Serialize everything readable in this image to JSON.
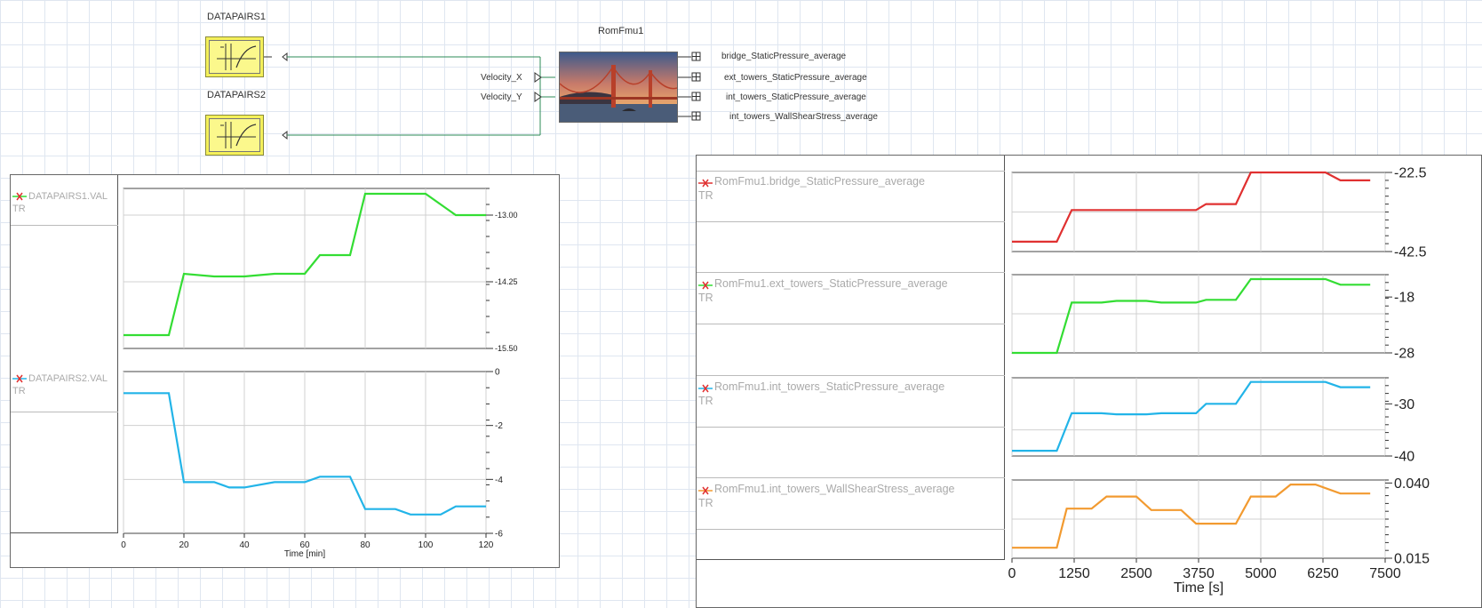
{
  "diagram": {
    "block1_title": "DATAPAIRS1",
    "block2_title": "DATAPAIRS2",
    "fmu_title": "RomFmu1",
    "inputs": [
      "Velocity_X",
      "Velocity_Y"
    ],
    "outputs": [
      "bridge_StaticPressure_average",
      "ext_towers_StaticPressure_average",
      "int_towers_StaticPressure_average",
      "int_towers_WallShearStress_average"
    ],
    "fmu_image": "golden-gate-bridge-photo",
    "block_icon": "lookup-table-icon"
  },
  "left_panel": {
    "legend": [
      {
        "name": "DATAPAIRS1.VAL",
        "sub": "TR"
      },
      {
        "name": "DATAPAIRS2.VAL",
        "sub": "TR"
      }
    ],
    "xlabel": "Time [min]",
    "xticks": [
      "0",
      "20",
      "40",
      "60",
      "80",
      "100",
      "120"
    ],
    "plot1_yticks": [
      "-13.00",
      "-14.25",
      "-15.50"
    ],
    "plot2_yticks": [
      "0",
      "-2",
      "-4",
      "-6"
    ]
  },
  "right_panel": {
    "legend": [
      {
        "name": "RomFmu1.bridge_StaticPressure_average",
        "sub": "TR"
      },
      {
        "name": "RomFmu1.ext_towers_StaticPressure_average",
        "sub": "TR"
      },
      {
        "name": "RomFmu1.int_towers_StaticPressure_average",
        "sub": "TR"
      },
      {
        "name": "RomFmu1.int_towers_WallShearStress_average",
        "sub": "TR"
      }
    ],
    "xlabel": "Time [s]",
    "xticks": [
      "0",
      "1250",
      "2500",
      "3750",
      "5000",
      "6250",
      "7500"
    ],
    "plot_yticks": [
      [
        "-22.5",
        "-42.5"
      ],
      [
        "-18",
        "-28"
      ],
      [
        "-30",
        "-40"
      ],
      [
        "0.040",
        "0.015"
      ]
    ]
  },
  "colors": {
    "green": "#33dd33",
    "blue": "#22b4e8",
    "red": "#e03030",
    "orange": "#f29a30",
    "connection": "#2e8b57",
    "block_fill": "#f4f05a"
  },
  "chart_data": [
    {
      "type": "line",
      "series": [
        {
          "name": "DATAPAIRS1.VAL",
          "x": [
            0,
            15,
            20,
            30,
            40,
            50,
            60,
            65,
            75,
            80,
            100,
            110,
            120
          ],
          "y": [
            -15.25,
            -15.25,
            -14.1,
            -14.15,
            -14.15,
            -14.1,
            -14.1,
            -13.75,
            -13.75,
            -12.6,
            -12.6,
            -13,
            -13
          ]
        }
      ],
      "xlabel": "Time [min]",
      "xlim": [
        0,
        120
      ],
      "ylim": [
        -15.5,
        -12.5
      ],
      "grid": true
    },
    {
      "type": "line",
      "series": [
        {
          "name": "DATAPAIRS2.VAL",
          "x": [
            0,
            15,
            20,
            30,
            35,
            40,
            50,
            60,
            65,
            75,
            80,
            90,
            95,
            105,
            110,
            120
          ],
          "y": [
            -0.8,
            -0.8,
            -4.1,
            -4.1,
            -4.3,
            -4.3,
            -4.1,
            -4.1,
            -3.9,
            -3.9,
            -5.1,
            -5.1,
            -5.3,
            -5.3,
            -5.0,
            -5.0
          ]
        }
      ],
      "xlabel": "Time [min]",
      "xlim": [
        0,
        120
      ],
      "ylim": [
        -6,
        0
      ],
      "grid": true
    },
    {
      "type": "line",
      "series": [
        {
          "name": "RomFmu1.bridge_StaticPressure_average",
          "x": [
            0,
            900,
            1200,
            2400,
            3700,
            3900,
            4500,
            4800,
            5600,
            6300,
            6600,
            7200
          ],
          "y": [
            -40,
            -40,
            -32,
            -32,
            -32,
            -30.5,
            -30.5,
            -22.5,
            -22.5,
            -22.5,
            -24.5,
            -24.5
          ]
        }
      ],
      "xlim": [
        0,
        7500
      ],
      "ylim": [
        -42.5,
        -22.5
      ],
      "grid": true
    },
    {
      "type": "line",
      "series": [
        {
          "name": "RomFmu1.ext_towers_StaticPressure_average",
          "x": [
            0,
            900,
            1200,
            1800,
            2100,
            2700,
            3000,
            3700,
            3900,
            4500,
            4800,
            5600,
            6300,
            6600,
            7200
          ],
          "y": [
            -28,
            -28,
            -19,
            -19,
            -18.7,
            -18.7,
            -19,
            -19,
            -18.5,
            -18.5,
            -14.8,
            -14.8,
            -14.8,
            -15.8,
            -15.8
          ]
        }
      ],
      "xlim": [
        0,
        7500
      ],
      "ylim": [
        -28,
        -14
      ],
      "grid": true
    },
    {
      "type": "line",
      "series": [
        {
          "name": "RomFmu1.int_towers_StaticPressure_average",
          "x": [
            0,
            900,
            1200,
            1800,
            2100,
            2700,
            3000,
            3700,
            3900,
            4500,
            4800,
            5600,
            6300,
            6600,
            7200
          ],
          "y": [
            -39,
            -39,
            -31.8,
            -31.8,
            -32,
            -32,
            -31.8,
            -31.8,
            -30,
            -30,
            -25.8,
            -25.8,
            -25.8,
            -26.8,
            -26.8
          ]
        }
      ],
      "xlim": [
        0,
        7500
      ],
      "ylim": [
        -40,
        -25
      ],
      "grid": true
    },
    {
      "type": "line",
      "series": [
        {
          "name": "RomFmu1.int_towers_WallShearStress_average",
          "x": [
            0,
            900,
            1100,
            1600,
            1900,
            2500,
            2800,
            3400,
            3700,
            4500,
            4800,
            5300,
            5600,
            6100,
            6600,
            7200
          ],
          "y": [
            0.0185,
            0.0185,
            0.0315,
            0.0315,
            0.0355,
            0.0355,
            0.031,
            0.031,
            0.0265,
            0.0265,
            0.0355,
            0.0355,
            0.0395,
            0.0395,
            0.0365,
            0.0365
          ]
        }
      ],
      "xlabel": "Time [s]",
      "xlim": [
        0,
        7500
      ],
      "ylim": [
        0.015,
        0.041
      ],
      "grid": true
    }
  ]
}
